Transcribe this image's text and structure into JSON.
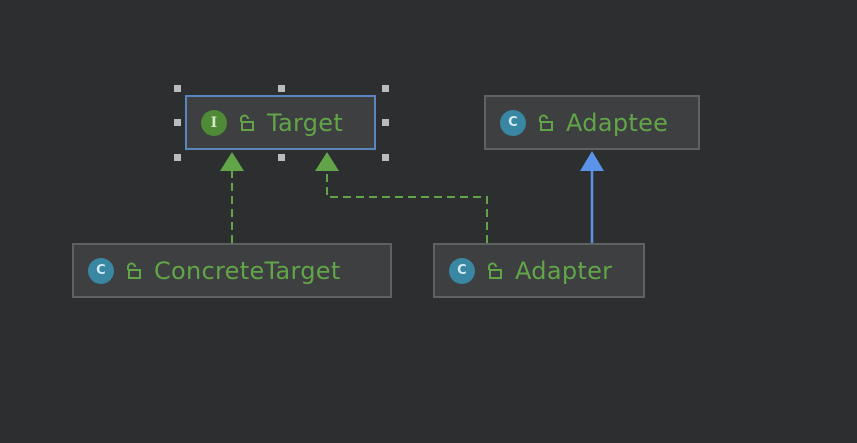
{
  "diagram": {
    "nodes": [
      {
        "id": "target",
        "label": "Target",
        "kind": "interface",
        "badge": "I",
        "selected": true
      },
      {
        "id": "adaptee",
        "label": "Adaptee",
        "kind": "class",
        "badge": "C",
        "selected": false
      },
      {
        "id": "concrete_target",
        "label": "ConcreteTarget",
        "kind": "class",
        "badge": "C",
        "selected": false
      },
      {
        "id": "adapter",
        "label": "Adapter",
        "kind": "class",
        "badge": "C",
        "selected": false
      }
    ],
    "relations": [
      {
        "from": "concrete_target",
        "to": "target",
        "type": "implements",
        "style": "dashed",
        "color": "#62a548"
      },
      {
        "from": "adapter",
        "to": "target",
        "type": "implements",
        "style": "dashed",
        "color": "#62a548"
      },
      {
        "from": "adapter",
        "to": "adaptee",
        "type": "extends",
        "style": "solid",
        "color": "#5b93e8"
      }
    ]
  },
  "colors": {
    "background": "#2c2e2f",
    "node_fill": "#3d3f41",
    "node_text": "#62a548",
    "selection_border": "#5b86bd",
    "interface_badge": "#4f8a36",
    "class_badge": "#3a87a4",
    "lock_icon": "#62a548"
  },
  "icons": {
    "interface": "interface-icon",
    "class": "class-icon",
    "visibility": "unlocked-padlock-icon"
  }
}
